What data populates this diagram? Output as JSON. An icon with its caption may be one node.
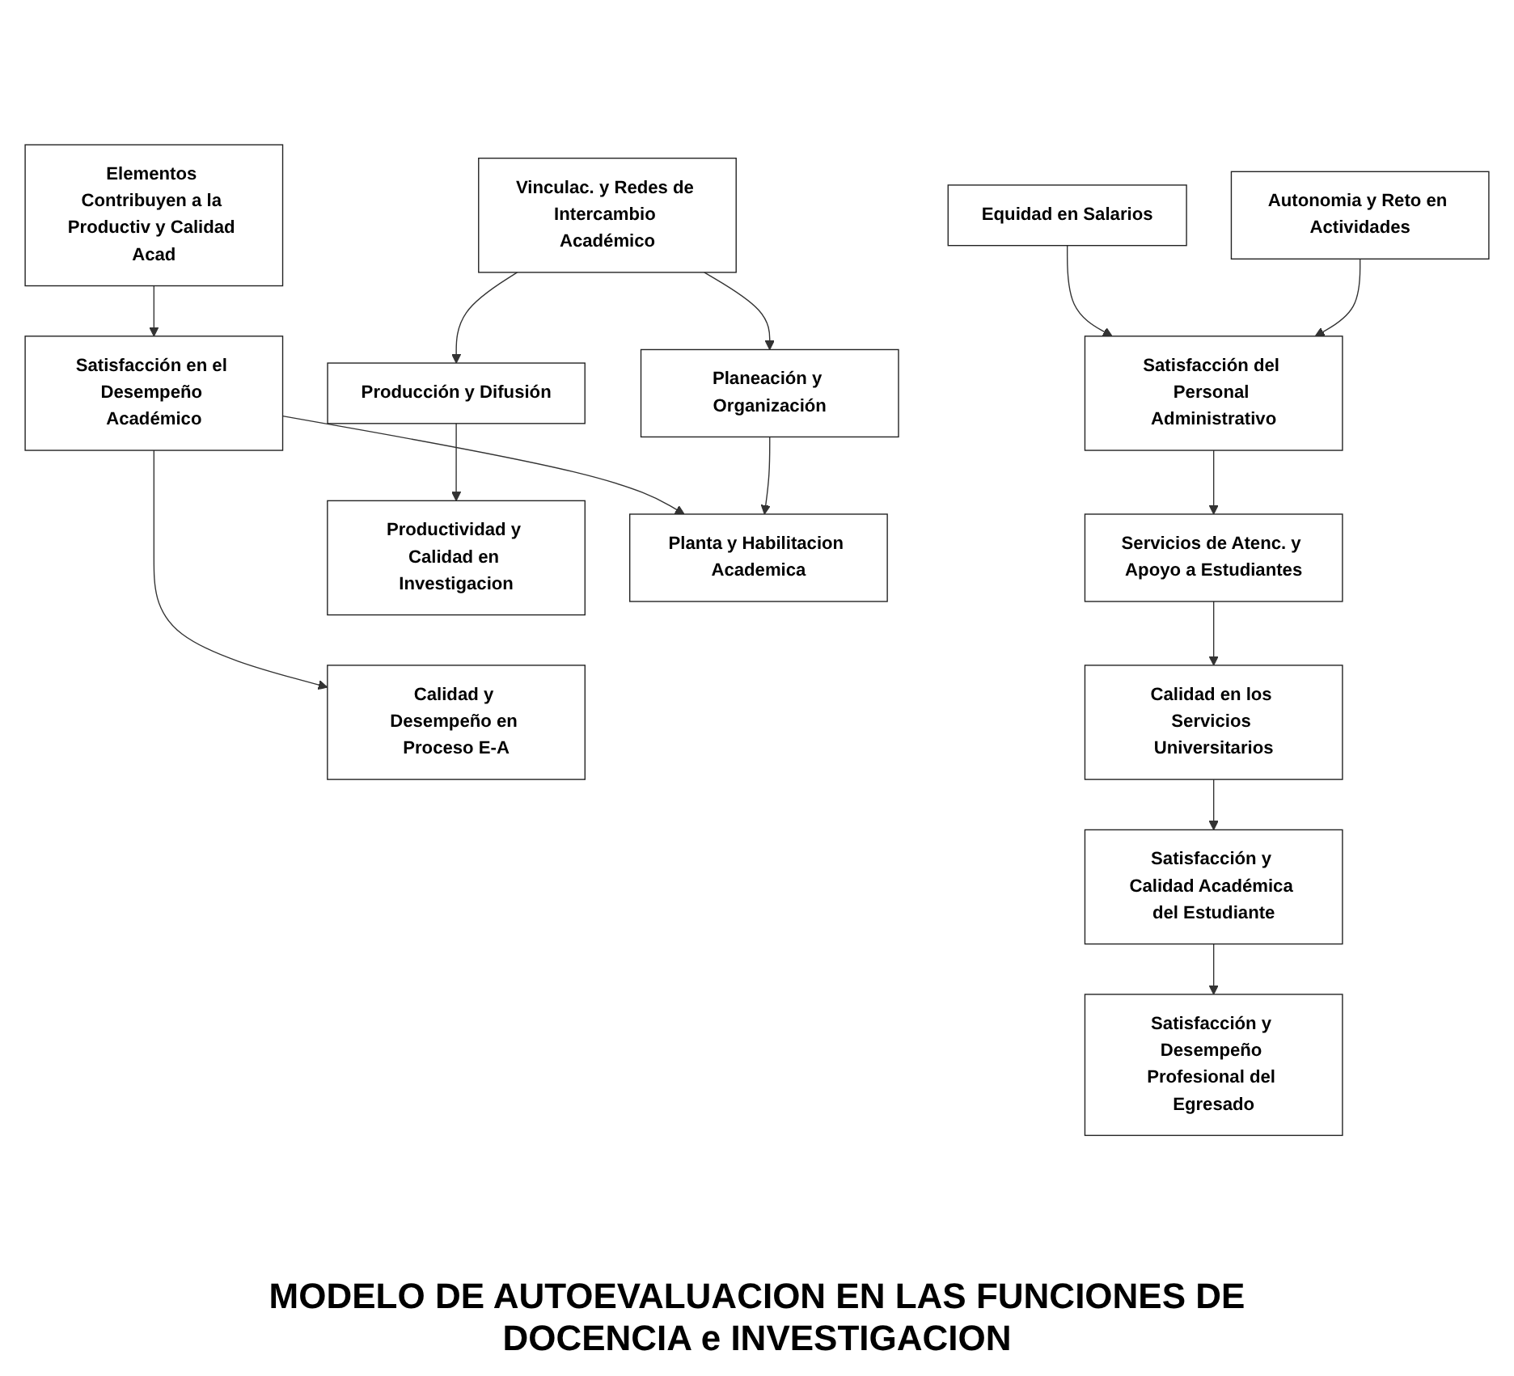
{
  "diagram": {
    "title": "MODELO DE AUTOEVALUACION EN LAS FUNCIONES DE DOCENCIA e INVESTIGACION",
    "nodes": [
      {
        "text": [
          "Elementos Contribuyen a la Productiv y Calidad Acad"
        ]
      },
      {
        "text": [
          "Satisfacción en el Desempeño Académico"
        ]
      },
      {
        "text": [
          "Planta y Habilitacion Academica"
        ]
      },
      {
        "text": [
          "Planeación y Organización"
        ]
      },
      {
        "text": [
          "Vinculac. y Redes de Intercambio Académico"
        ]
      },
      {
        "text": [
          "Producción y Difusión"
        ]
      },
      {
        "text": [
          "Productividad y Calidad en Investigacion"
        ]
      },
      {
        "text": [
          "Equidad en Salarios"
        ]
      },
      {
        "text": [
          "Calidad y Desempeño en Proceso E-A"
        ]
      },
      {
        "text": [
          "Autonomia y Reto en Actividades"
        ]
      },
      {
        "text": [
          "Satisfacción del Personal Administrativo"
        ]
      },
      {
        "text": [
          "Calidad en los Servicios Universitarios"
        ]
      },
      {
        "text": [
          "Satisfacción y Calidad Académica del Estudiante"
        ]
      },
      {
        "text": [
          "Satisfacción y Desempeño Profesional del Egresado"
        ]
      },
      {
        "text": [
          "Servicios de Atenc. y Apoyo a Estudiantes"
        ]
      }
    ],
    "edges": [
      {
        "from": 0,
        "to": 1,
        "arrow": "to"
      },
      {
        "from": 1,
        "to": 2,
        "arrow": "to"
      },
      {
        "from": 3,
        "to": 2,
        "arrow": "to"
      },
      {
        "from": 4,
        "to": 3,
        "arrow": "to"
      },
      {
        "from": 4,
        "to": 5,
        "arrow": "to"
      },
      {
        "from": 5,
        "to": 6,
        "arrow": "to"
      },
      {
        "from": 1,
        "to": 8,
        "arrow": "to"
      },
      {
        "from": 7,
        "to": 10,
        "arrow": "to"
      },
      {
        "from": 9,
        "to": 10,
        "arrow": "to"
      },
      {
        "from": 10,
        "to": 14,
        "arrow": "to"
      },
      {
        "from": 14,
        "to": 11,
        "arrow": "to"
      },
      {
        "from": 11,
        "to": 12,
        "arrow": "to"
      },
      {
        "from": 12,
        "to": 13,
        "arrow": "to"
      }
    ]
  }
}
